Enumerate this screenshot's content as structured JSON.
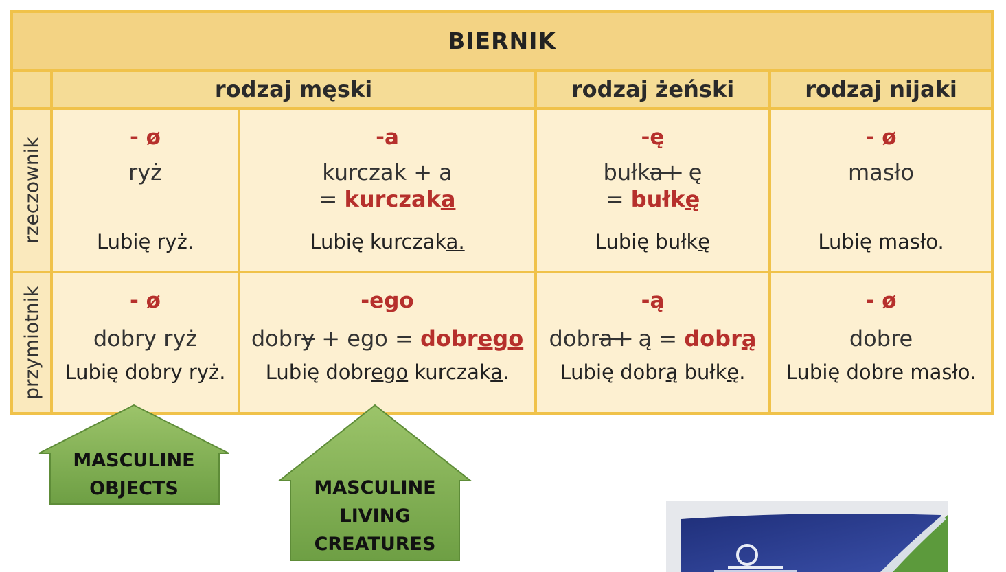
{
  "table": {
    "title": "BIERNIK",
    "genders": [
      "rodzaj męski",
      "rodzaj żeński",
      "rodzaj nijaki"
    ],
    "row_labels": {
      "noun": "rzeczownik",
      "adjective": "przymiotnik"
    },
    "nouns": {
      "masc_obj": {
        "ending": "- ø",
        "word": "ryż",
        "sentence": "Lubię ryż."
      },
      "masc_living": {
        "ending": "-a",
        "word_line1": "kurczak + a",
        "word_eq": "= ",
        "word_result_stem": "kurczak",
        "word_result_end": "a",
        "sentence_start": "Lubię kurczak",
        "sentence_end": "a."
      },
      "fem": {
        "ending": "-ę",
        "word_stem": "bułk",
        "word_struck": "a+",
        "word_add": " ę",
        "word_eq": "= ",
        "word_result_stem": "bułk",
        "word_result_end": "ę",
        "sentence_start": "Lubię bułk",
        "sentence_end": "ę"
      },
      "neut": {
        "ending": "- ø",
        "word": "masło",
        "sentence": "Lubię masło."
      }
    },
    "adjectives": {
      "masc_obj": {
        "ending": "- ø",
        "word": "dobry ryż",
        "sentence": "Lubię dobry ryż."
      },
      "masc_living": {
        "ending": "-ego",
        "word_stem": "dobr",
        "word_struck": "y",
        "word_mid": " + ego = ",
        "word_result_stem": "dobr",
        "word_result_end": "ego",
        "sentence_p1": "Lubię dobr",
        "sentence_u1": "ego",
        "sentence_p2": " kurczak",
        "sentence_u2": "a",
        "sentence_p3": "."
      },
      "fem": {
        "ending": "-ą",
        "word_stem": "dobr",
        "word_struck": "a+",
        "word_mid": " ą = ",
        "word_result_stem": "dobr",
        "word_result_end": "ą",
        "sentence_p1": "Lubię dobr",
        "sentence_u1": "ą",
        "sentence_p2": " bułk",
        "sentence_u2": "ę",
        "sentence_p3": "."
      },
      "neut": {
        "ending": "- ø",
        "word": "dobre",
        "sentence": "Lubię dobre masło."
      }
    }
  },
  "arrows": {
    "objects": {
      "line1": "MASCULINE",
      "line2": "OBJECTS"
    },
    "creatures": {
      "line1": "MASCULINE",
      "line2": "LIVING",
      "line3": "CREATURES"
    }
  },
  "colors": {
    "header": "#f3d384",
    "cell": "#fdf0d1",
    "border": "#f0c24a",
    "accent_red": "#b6302c",
    "arrow_green": "#7bab4f"
  }
}
